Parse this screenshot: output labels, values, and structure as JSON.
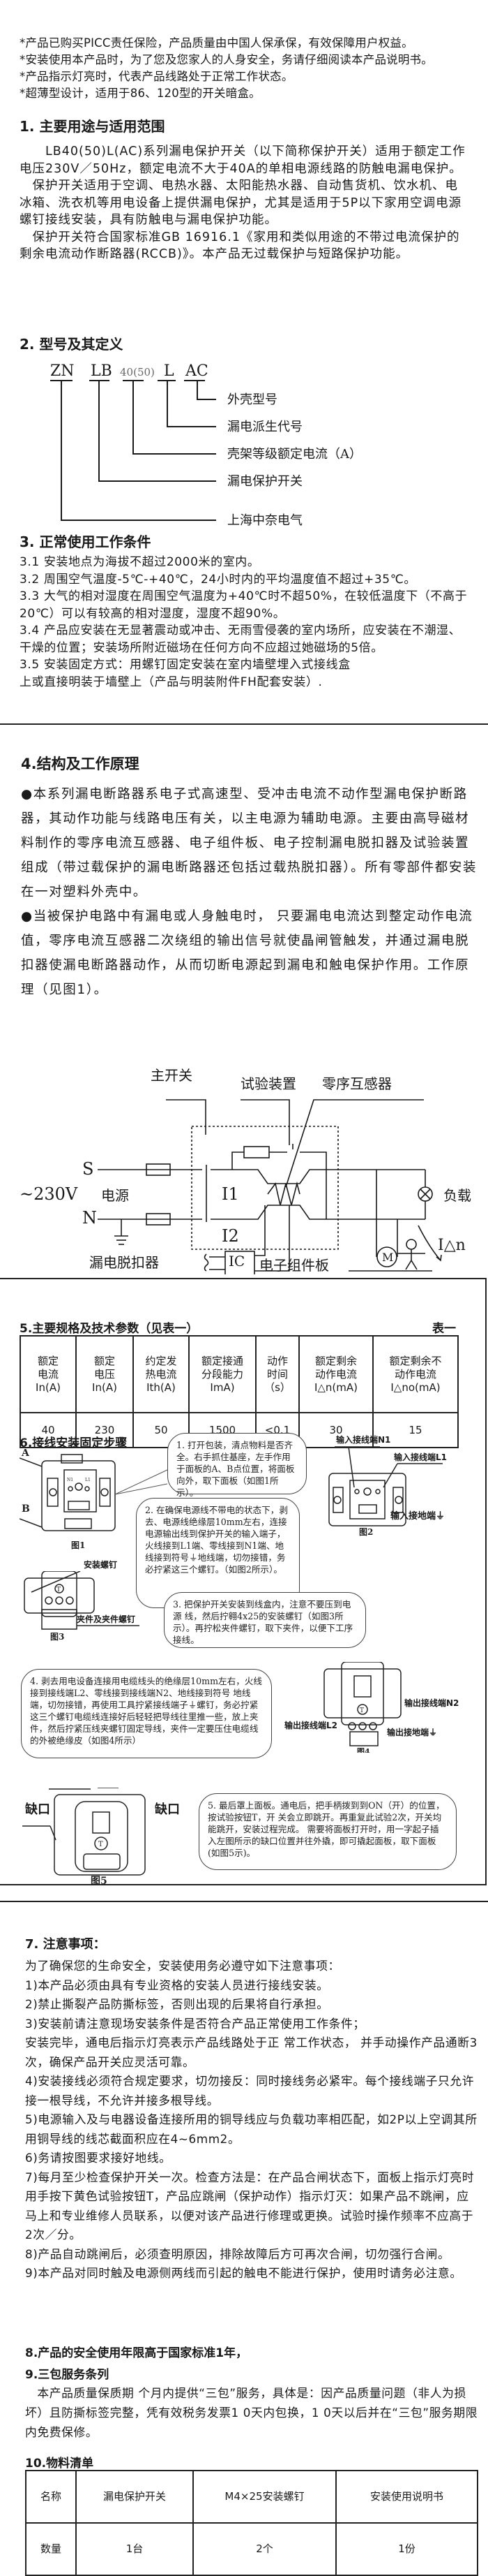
{
  "intro": [
    "*产品已购买PICC责任保险，产品质量由中国人保承保，有效保障用户权益。",
    "*安装使用本产品时，为了您及您家人的人身安全，务请仔细阅读本产品说明书。",
    "*产品指示灯亮时，代表产品线路处于正常工作状态。",
    "*超薄型设计，适用于86、120型的开关暗盒。"
  ],
  "s1": {
    "title": "1.  主要用途与适用范围",
    "paras": [
      "　　LB40(50)L(AC)系列漏电保护开关（以下简称保护开关）适用于额定工作电压230V／50Hz，额定电流不大于40A的单相电源线路的防触电漏电保护。",
      "　保护开关适用于空调、电热水器、太阳能热水器、自动售货机、饮水机、电冰箱、洗衣机等用电设备上提供漏电保护，尤其是适用于5P以下家用空调电源螺钉接线安装，具有防触电与漏电保护功能。",
      "　保护开关符合国家标准GB 16916.1《家用和类似用途的不带过电流保护的剩余电流动作断路器(RCCB)》。本产品无过载保护与短路保护功能。"
    ]
  },
  "s2": {
    "title": "2.  型号及其定义",
    "codes": [
      "ZN",
      "LB",
      "40(50)",
      "L",
      "AC"
    ],
    "meanings": [
      "外壳型号",
      "漏电派生代号",
      "壳架等级额定电流（A）",
      "漏电保护开关",
      "上海中奈电气"
    ]
  },
  "s3": {
    "title": "3.  正常使用工作条件",
    "items": [
      "3.1 安装地点为海拔不超过2000米的室内。",
      "3.2 周围空气温度-5℃-+40℃，24小时内的平均温度值不超过+35℃。",
      "3.3 大气的相对湿度在周围空气温度为+40℃时不超50%，在较低温度下（不高于20℃）可以有较高的相对湿度，湿度不超90%。",
      "3.4 产品应安装在无显著震动或冲击、无雨雪侵袭的室内场所，应安装在不潮湿、干燥的位置；安装场所附近磁场在任何方向不应超过她磁场的5倍。",
      "3.5  安装固定方式：用螺钉固定安装在室内墙壁埋入式接线盒",
      "上或直接明装于墙壁上（产品与明装附件FH配套安装）."
    ]
  },
  "s4": {
    "title": "4.结构及工作原理",
    "paras": [
      "●本系列漏电断路器系电子式高速型、受冲击电流不动作型漏电保护断路器，其动作功能与线路电压有关，以主电源为辅助电源。主要由高导磁材料制作的零序电流互感器、电子组件板、电子控制漏电脱扣器及试验装置组成（带过载保护的漏电断路器还包括过载热脱扣器）。所有零部件都安装在一对塑料外壳中。",
      "●当被保护电路中有漏电或人身触电时， 只要漏电电流达到整定动作电流值，零序电流互感器二次绕组的输出信号就使晶闸管触发，并通过漏电脱扣器使漏电断路器动作，从而切断电源起到漏电和触电保护作用。工作原理（见图1）。"
    ],
    "diagram": {
      "main_switch": "主开关",
      "test_device": "试验装置",
      "transformer": "零序互感器",
      "voltage": "~230V",
      "power": "电源",
      "s": "S",
      "n": "N",
      "i1": "I1",
      "i2": "I2",
      "load": "负载",
      "idn": "I△n",
      "ic": "IC",
      "motor": "M",
      "release": "漏电脱扣器",
      "board": "电子组件板"
    }
  },
  "s5": {
    "title": "5.主要规格及技术参数（见表一）",
    "table_label": "表一",
    "headers": [
      [
        "额定",
        "电流",
        "In(A)"
      ],
      [
        "额定",
        "电压",
        "In(A)"
      ],
      [
        "约定发",
        "热电流",
        "Ith(A)"
      ],
      [
        "额定接通",
        "分段能力",
        "ImA)"
      ],
      [
        "动作",
        "时间",
        "（s）"
      ],
      [
        "额定剩余",
        "动作电流",
        "I△n(mA)"
      ],
      [
        "额定剩余不",
        "动作电流",
        "I△no(mA)"
      ]
    ],
    "values": [
      "40",
      "230",
      "50",
      "1500",
      "<0.1",
      "30",
      "15"
    ]
  },
  "s6": {
    "title": "6.接线安装固定步骤",
    "steps": [
      "1. 打开包装，清点物料是否齐全。右手抓住基座，左手作用于面板的A、B点位置，将面板向外，取下面板（如图1所示）。",
      "2. 在确保电源线不带电的状态下，剥去、电源线绝缘层10mm左右，连接电源输出线到保护开关的输入端子，火线接到L1端、零线接到N1端、地线接到符号⏚地线端，切勿接错，务必拧紧这三个螺钉。（如图2所示）。",
      "3. 把保护开关安装到线盒内，注意不要压到电源 线，然后拧翱4x25的安装螺钉（如图3所示）。再拧松夹件螺钉，取下夹件，以便下工序接线。",
      "4. 剥去用电设备连接用电缆线头的绝缘层10mm左右，火线接到接线端L2、零线接到接线端N2、地线接到符号 地线端，切勿接错，再使用工具拧紧接线端子⏚螺钉，务必拧紧这三个螺钉电缆线连接好后轻轻把导线往里推一些，放上夹件，然后拧紧压线夹螺钉固定导线，夹件一定要压住电缆线的外被绝缘皮（如图4所示）",
      "5. 最后罩上面板。通电后，把手柄拨到到ON（开）的位置，按试验按钮T，开 关会立即跳开。再重复此试验2次，开关均能跳开，安装过程完成。 需要将面板打开时，用一字起子插入左图所示的缺口位置并往外撬，即可撬起面板，取下面板(如图5示)。"
    ],
    "labels": {
      "a": "A",
      "b": "B",
      "fig1": "图1",
      "fig2": "图2",
      "fig3": "图3",
      "fig4": "图4",
      "fig5": "图5",
      "in_n1": "输入接线端N1",
      "in_l1": "输入接线端L1",
      "in_gnd": "输入接地端⏚",
      "screw": "安装螺钉",
      "clamp": "夹件及夹件螺钉",
      "out_n2": "输出接线端N2",
      "out_l2": "输出接线端L2",
      "out_gnd": "输出接地端⏚",
      "notch_l": "缺口",
      "notch_r": "缺口",
      "n1": "N1",
      "l1": "L1",
      "t": "T"
    }
  },
  "s7": {
    "title": "7.  注意事项：",
    "lines": [
      "为了确保您的生命安全，安装使用务必遵守如下注意事项：",
      "1)本产品必须由具有专业资格的安装人员进行接线安装。",
      "2)禁止撕裂产品防撕标签，否则出现的后果将自行承担。",
      "3)安装前请注意现场安装条件是否符合产品正常使用工作条件；",
      "安装完毕，通电后指示灯亮表示产品线路处于正 常工作状态， 并手动操作产品通断3次，确保产品开关应灵活可靠。",
      "4)安装接线必须符合规定要求，切勿接反：同时接线务必紧牢。每个接线端子只允许接一根导线，不允许并接多根导线。",
      "5)电源输入及与电器设备连接所用的铜导线应与负载功率相匹配，如2P以上空调其所用铜导线的线芯截面积应在4~6mm2。",
      "6)务请按图要求接好地线。",
      "7)每月至少检查保护开关一次。检查方法是：在产品合闸状态下，面板上指示灯亮时用手按下黄色试验按钮T，产品应跳闸（保护动作）指示灯灭：如果产品不跳闸，应马上和专业维修人员联系，以便对该产品进行修理或更换。试验时操作频率不应高于2次／分。",
      "8)产品自动跳闸后，必须查明原因，排除故障后方可再次合闸，切勿强行合闸。",
      "9)本产品对同时触及电源侧两线而引起的触电不能进行保护，使用时请务必注意。"
    ]
  },
  "s8": {
    "title": "8.产品的安全使用年限高于国家标准1年，"
  },
  "s9": {
    "title": "9.三包服务条列",
    "text": "　本产品质量保质期 个月内提供“三包”服务，具体是：因产品质量问题（非人为损坏）且防撕标签完整，凭有效税务发票1 0天内包换，1 0天以后并在“三包”服务期限内免费保修。"
  },
  "s10": {
    "title": "10.物料清单",
    "rows": [
      [
        "名称",
        "漏电保护开关",
        "M4×25安装螺钉",
        "安装使用说明书"
      ],
      [
        "数量",
        "1台",
        "2个",
        "1份"
      ]
    ]
  }
}
